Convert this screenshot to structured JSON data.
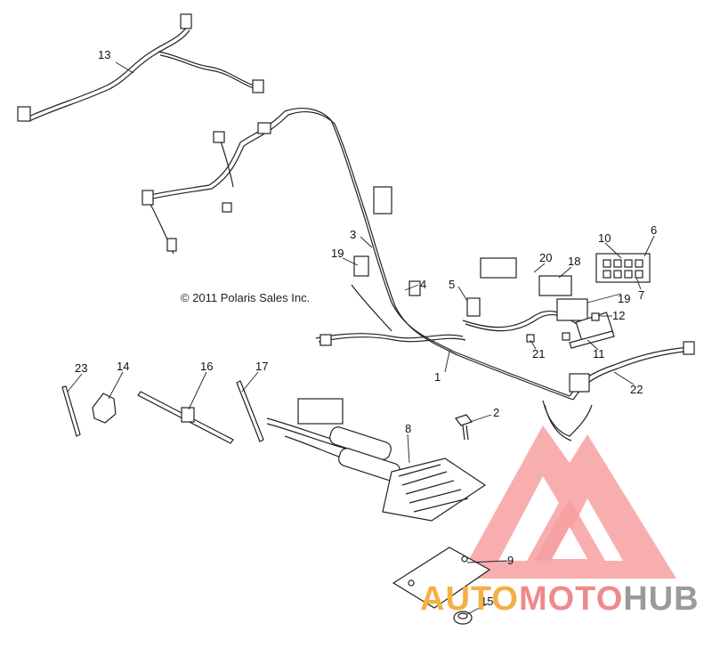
{
  "diagram": {
    "copyright": "© 2011 Polaris Sales Inc.",
    "callouts": [
      "1",
      "2",
      "3",
      "4",
      "5",
      "6",
      "7",
      "8",
      "9",
      "10",
      "11",
      "12",
      "13",
      "14",
      "15",
      "16",
      "17",
      "18",
      "19",
      "19",
      "20",
      "21",
      "22",
      "23"
    ]
  },
  "watermark": {
    "part1": "AUTO",
    "part2": "MOTO",
    "part3": "HUB",
    "color1": "#f5b042",
    "color2": "#f08a8a",
    "color3": "#9a9a9a"
  }
}
